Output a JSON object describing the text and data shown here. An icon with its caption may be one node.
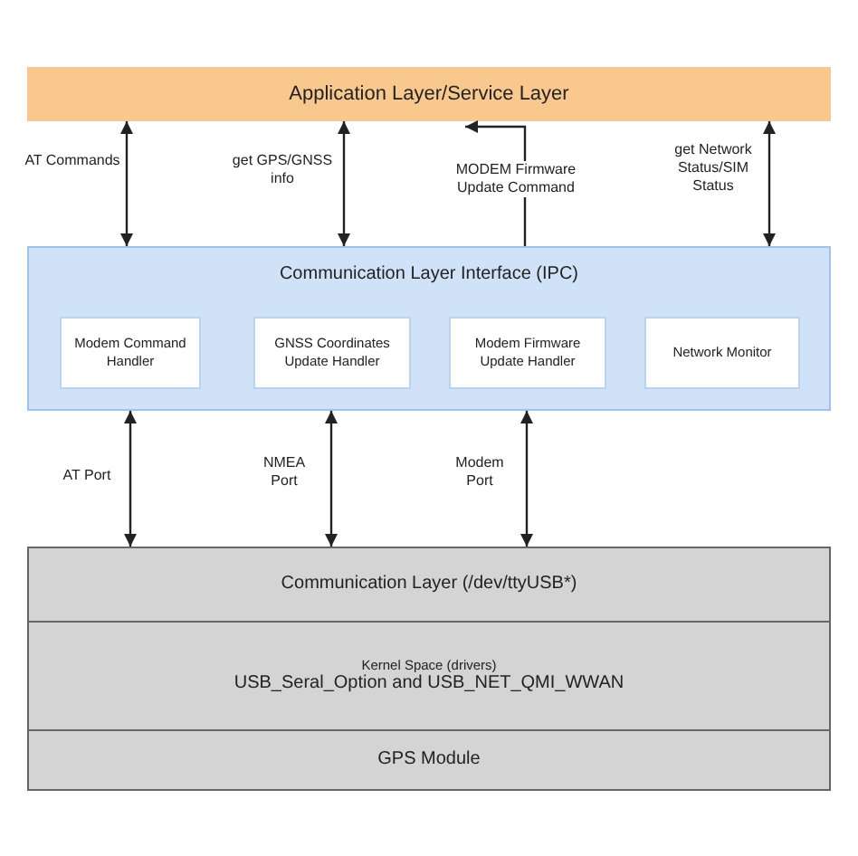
{
  "diagram": {
    "nodes": [
      {
        "text": [
          "Application Layer/Service Layer"
        ]
      },
      {
        "text": [
          "Communication Layer Interface (IPC)"
        ]
      },
      {
        "text": [
          "Modem Command Handler"
        ],
        "in": 1
      },
      {
        "text": [
          "GNSS Coordinates Update Handler"
        ],
        "in": 1
      },
      {
        "text": [
          "Modem Firmware Update Handler"
        ],
        "in": 1
      },
      {
        "text": [
          "Network Monitor"
        ],
        "in": 1
      },
      {
        "text": [
          "Communication Layer (/dev/ttyUSB*)"
        ]
      },
      {
        "text": [
          "Kernel Space (drivers)",
          "USB_Seral_Option and USB_NET_QMI_WWAN"
        ]
      },
      {
        "text": [
          "GPS Module"
        ]
      }
    ],
    "edges": [
      {
        "from": 0,
        "to": 1,
        "arrow": "both",
        "label": "AT Commands"
      },
      {
        "from": 0,
        "to": 1,
        "arrow": "both",
        "label": "get GPS/GNSS info"
      },
      {
        "from": 1,
        "to": 0,
        "arrow": "to",
        "label": "MODEM Firmware Update Command"
      },
      {
        "from": 0,
        "to": 1,
        "arrow": "both",
        "label": "get Network Status/SIM Status"
      },
      {
        "from": 1,
        "to": 6,
        "arrow": "both",
        "label": "AT Port"
      },
      {
        "from": 1,
        "to": 6,
        "arrow": "both",
        "label": "NMEA Port"
      },
      {
        "from": 1,
        "to": 6,
        "arrow": "both",
        "label": "Modem Port"
      }
    ]
  }
}
